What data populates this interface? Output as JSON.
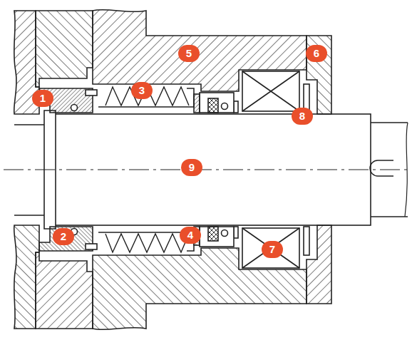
{
  "diagram": {
    "labels": [
      "5",
      "6",
      "3",
      "1",
      "8",
      "9",
      "2",
      "4",
      "7"
    ]
  }
}
